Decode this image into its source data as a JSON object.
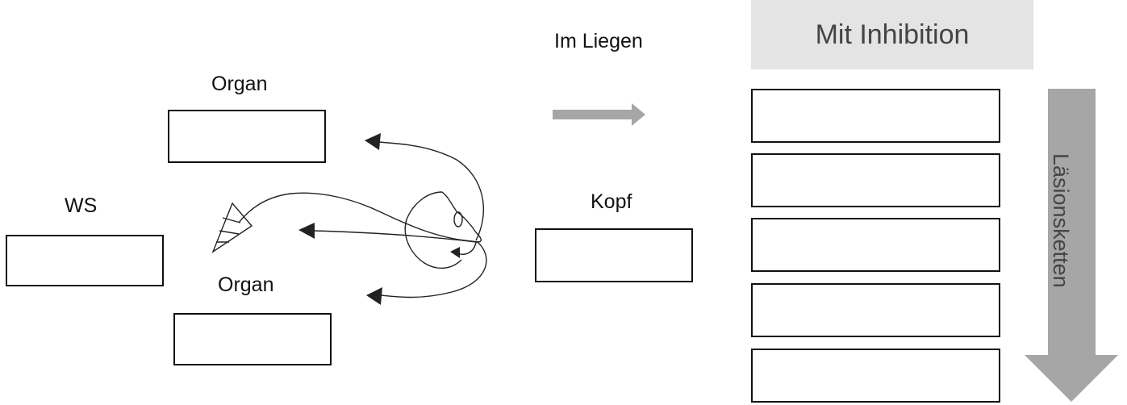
{
  "labels": {
    "organ_top": "Organ",
    "ws": "WS",
    "organ_bottom": "Organ",
    "im_liegen": "Im Liegen",
    "kopf": "Kopf"
  },
  "header": "Mit Inhibition",
  "side_arrow_label": "Läsionsketten",
  "colors": {
    "header_bg": "#e4e4e4",
    "arrow_gray": "#a6a6a6",
    "box_border": "#111111"
  },
  "chain_box_count": 5
}
